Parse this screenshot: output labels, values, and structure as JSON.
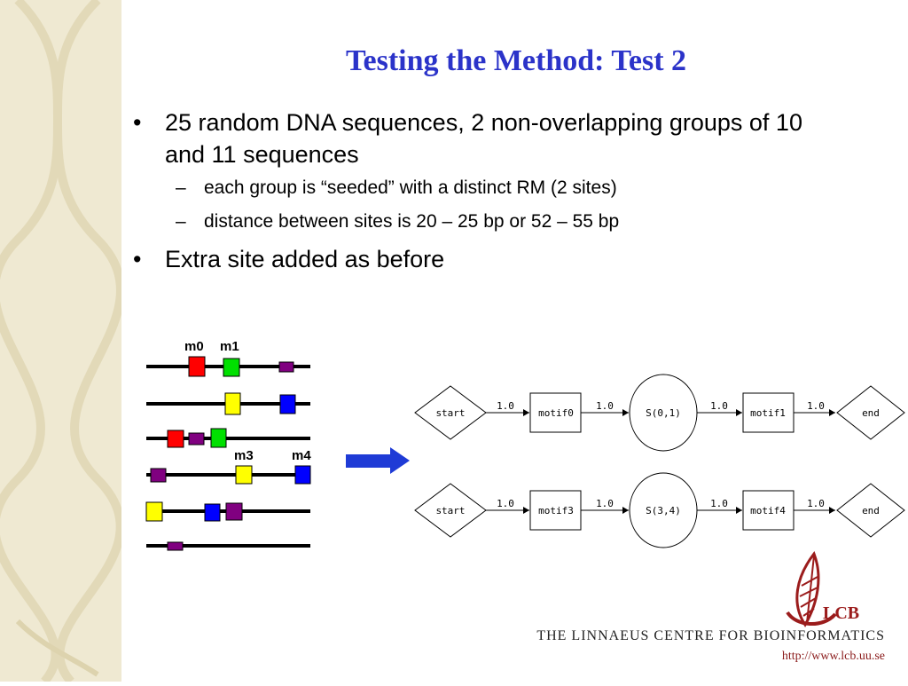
{
  "slide": {
    "title": "Testing the Method: Test 2"
  },
  "bullets": [
    {
      "text": "25 random DNA sequences, 2 non-overlapping groups of 10 and 11 sequences",
      "sub": [
        "each group is “seeded” with a distinct RM (2 sites)",
        "distance between sites is 20 – 25 bp or 52 – 55 bp"
      ]
    },
    {
      "text": "Extra site added as before",
      "sub": []
    }
  ],
  "markers": {
    "bullet": "•",
    "dash": "–"
  },
  "sequences": {
    "labels": [
      "m0",
      "m1",
      "m3",
      "m4"
    ]
  },
  "models": {
    "nodes_top": [
      "start",
      "motif0",
      "S(0,1)",
      "motif1",
      "end"
    ],
    "nodes_bottom": [
      "start",
      "motif3",
      "S(3,4)",
      "motif4",
      "end"
    ],
    "edge_label": "1.0"
  },
  "colors": {
    "title": "#2b33c9",
    "red": "#ff0000",
    "green": "#00e000",
    "yellow": "#ffff00",
    "blue": "#0000ff",
    "purple": "#800080",
    "arrow": "#1f3bd6",
    "logo": "#9b1c1c"
  },
  "footer": {
    "logo_text": "LCB",
    "centre_name": "THE LINNAEUS CENTRE FOR BIOINFORMATICS",
    "url": "http://www.lcb.uu.se"
  }
}
